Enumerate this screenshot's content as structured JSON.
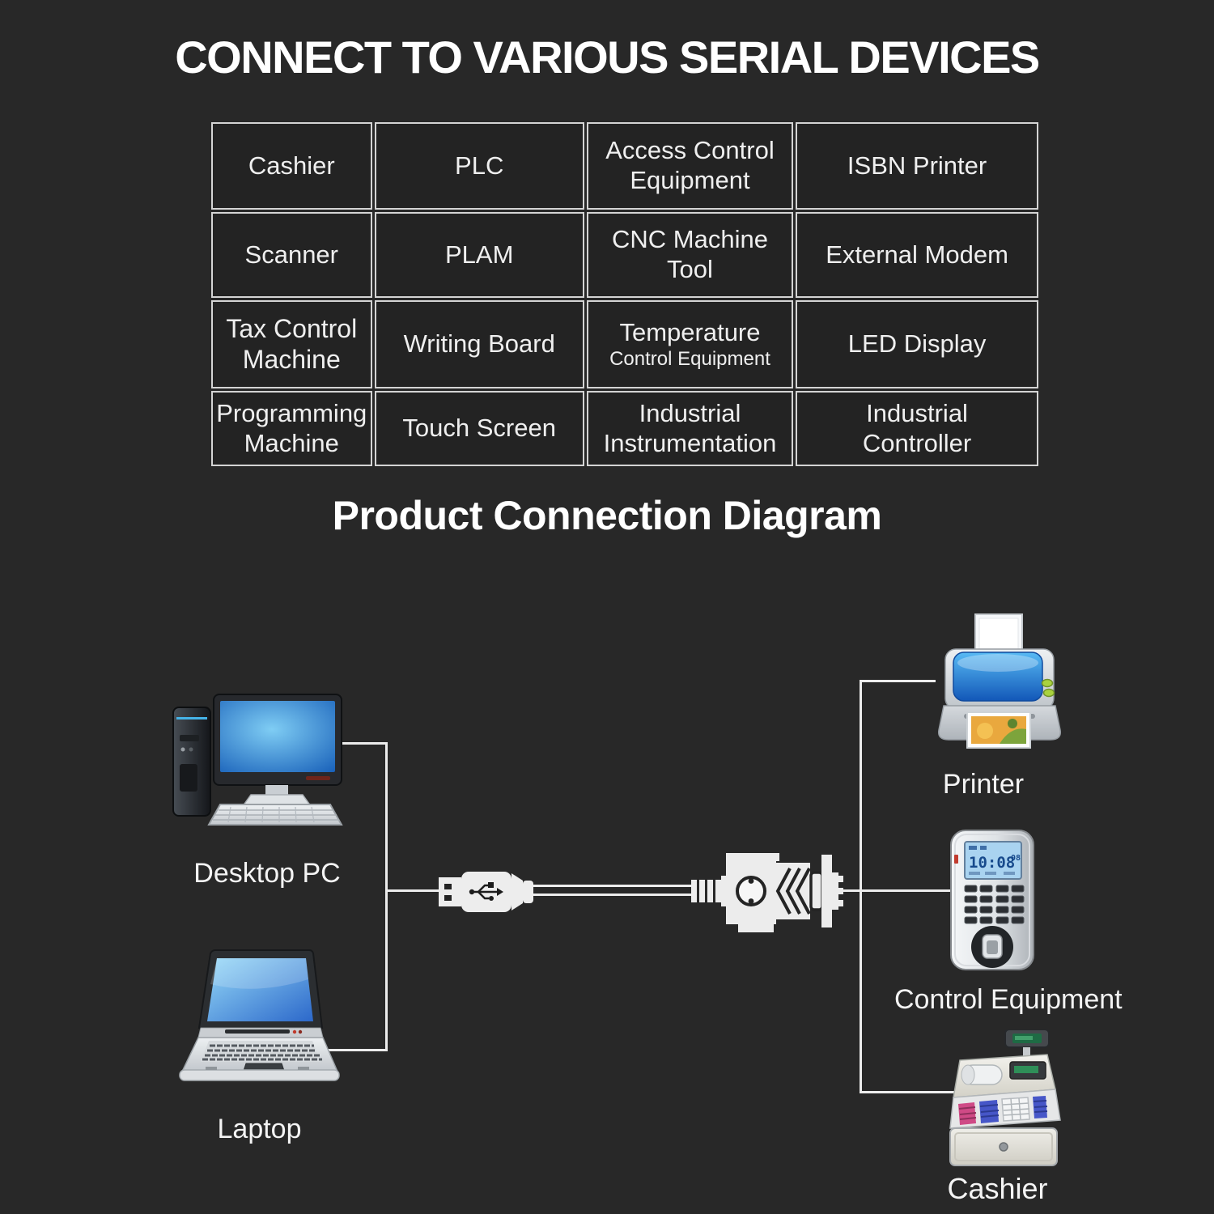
{
  "page": {
    "background": "#282828",
    "line_color": "#ececec",
    "table_border_color": "#d4d4d4",
    "text_color": "#f2f2f2"
  },
  "header": {
    "title": "CONNECT TO VARIOUS SERIAL DEVICES"
  },
  "device_table": {
    "rows": [
      [
        {
          "l1": "Cashier"
        },
        {
          "l1": "PLC"
        },
        {
          "l1": "Access Control",
          "l2": "Equipment"
        },
        {
          "l1": "ISBN Printer"
        }
      ],
      [
        {
          "l1": "Scanner"
        },
        {
          "l1": "PLAM"
        },
        {
          "l1": "CNC Machine",
          "l2": "Tool"
        },
        {
          "l1": "External Modem"
        }
      ],
      [
        {
          "l1": "Tax Control",
          "l2": "Machine"
        },
        {
          "l1": "Writing Board"
        },
        {
          "l1": "Temperature",
          "l2": "Control Equipment"
        },
        {
          "l1": "LED Display"
        }
      ],
      [
        {
          "l1": "Programming",
          "l2": "Machine"
        },
        {
          "l1": "Touch Screen"
        },
        {
          "l1": "Industrial",
          "l2": "Instrumentation"
        },
        {
          "l1": "Industrial",
          "l2": "Controller"
        }
      ]
    ]
  },
  "section2": {
    "title": "Product Connection Diagram"
  },
  "diagram": {
    "desktop": {
      "label": "Desktop PC"
    },
    "laptop": {
      "label": "Laptop"
    },
    "printer": {
      "label": "Printer"
    },
    "control": {
      "label": "Control Equipment",
      "lcd_time": "10:08",
      "lcd_sec": "08"
    },
    "cashier": {
      "label": "Cashier"
    },
    "icons": {
      "desktop": "desktop-pc-icon",
      "laptop": "laptop-icon",
      "printer": "printer-icon",
      "control": "access-control-terminal-icon",
      "cashier": "cash-register-icon",
      "usb": "usb-a-connector-icon",
      "serial": "db9-serial-connector-icon"
    },
    "colors": {
      "screen_blue": "#2f86d4",
      "printer_lid_blue": "#2b7fd4",
      "button_green": "#a9d23e",
      "lcd_blue": "#a9d3f0",
      "register_key_magenta": "#cf4a86",
      "register_key_blue": "#4656c8",
      "register_display_green": "#2f8f58"
    }
  }
}
